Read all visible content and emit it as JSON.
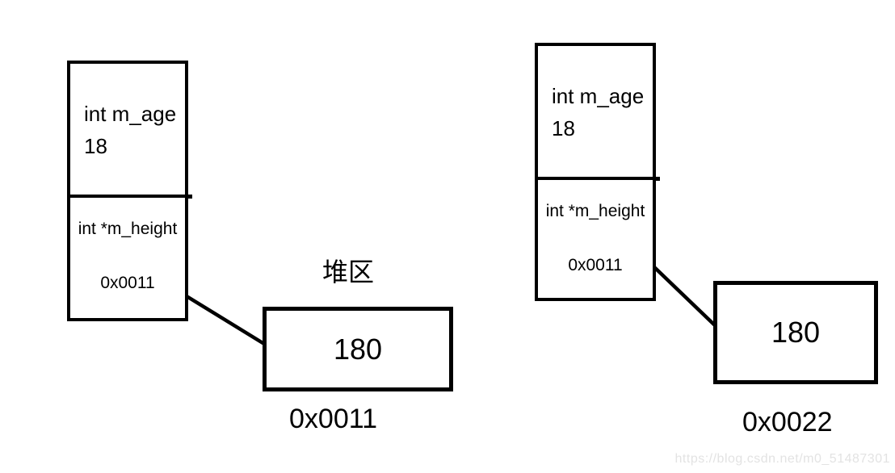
{
  "diagram": {
    "heap_label": "堆区",
    "left_object": {
      "age_field": {
        "type": "int m_age",
        "value": "18"
      },
      "height_field": {
        "type": "int *m_height",
        "value": "0x0011"
      },
      "heap_box": {
        "value": "180",
        "address_label": "0x0011"
      }
    },
    "right_object": {
      "age_field": {
        "type": "int m_age",
        "value": "18"
      },
      "height_field": {
        "type": "int *m_height",
        "value": "0x0011"
      },
      "heap_box": {
        "value": "180",
        "address_label": "0x0022"
      }
    },
    "colors": {
      "stroke": "#000000",
      "background": "#ffffff",
      "watermark_text": "#e3e3e3"
    }
  },
  "watermark": "https://blog.csdn.net/m0_51487301"
}
